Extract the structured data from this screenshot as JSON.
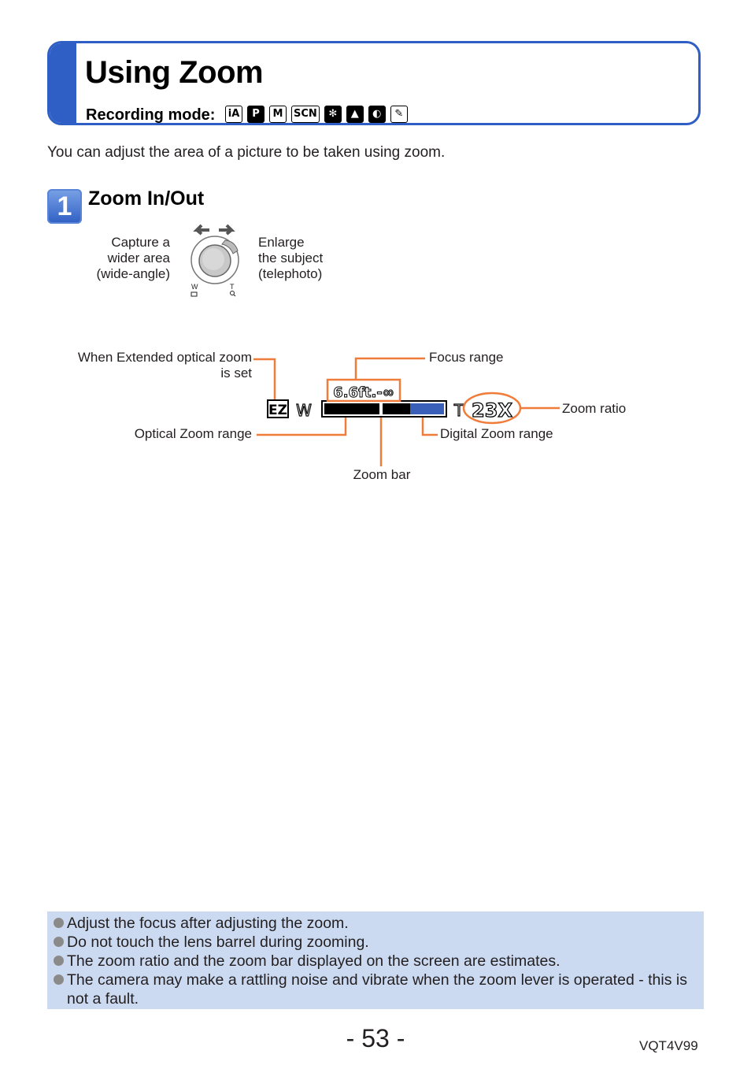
{
  "header": {
    "title": "Using Zoom",
    "recording_label": "Recording mode:",
    "modes": [
      "iA",
      "P",
      "M",
      "SCN",
      "✻",
      "▲",
      "◐",
      "✎"
    ]
  },
  "intro_text": "You can adjust the area of a picture to be taken using zoom.",
  "section": {
    "number": "1",
    "title": "Zoom In/Out",
    "left_caption": [
      "Capture a",
      "wider area",
      "(wide-angle)"
    ],
    "right_caption": [
      "Enlarge",
      "the subject",
      "(telephoto)"
    ],
    "lever_w": "W",
    "lever_t": "T"
  },
  "diagram": {
    "extended_zoom_label": [
      "When Extended optical zoom",
      "is set"
    ],
    "focus_range_label": "Focus range",
    "zoom_ratio_label": "Zoom ratio",
    "optical_range_label": "Optical Zoom range",
    "digital_range_label": "Digital Zoom range",
    "zoom_bar_label": "Zoom bar",
    "ez_icon": "EZ",
    "w_label": "W",
    "t_label": "T",
    "focus_value": "6.6ft.-∞",
    "zoom_value": "23X"
  },
  "notes": [
    "Adjust the focus after adjusting the zoom.",
    "Do not touch the lens barrel during zooming.",
    "The zoom ratio and the zoom bar displayed on the screen are estimates.",
    "The camera may make a rattling noise and vibrate when the zoom lever is operated - this is not a fault."
  ],
  "footer": {
    "page_number": "- 53 -",
    "doc_code": "VQT4V99"
  },
  "colors": {
    "accent_blue": "#2f5fc4",
    "callout_orange": "#f07c3a",
    "notes_bg": "#ccdaf1"
  }
}
